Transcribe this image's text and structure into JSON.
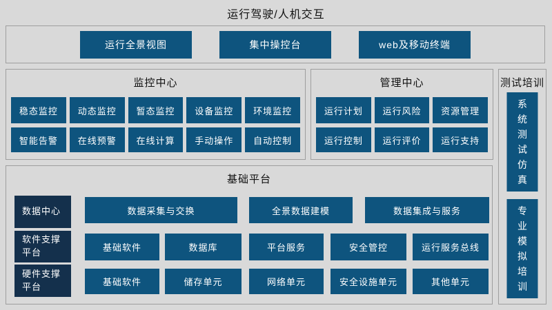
{
  "title": "运行驾驶/人机交互",
  "colors": {
    "primary_blue": "#0e547e",
    "dark_navy": "#14304c",
    "page_background": "#d9d9d9",
    "panel_border": "#9e9e9e",
    "button_text": "#ffffff",
    "title_text": "#111111"
  },
  "top_panel": {
    "buttons": [
      "运行全景视图",
      "集中操控台",
      "web及移动终端"
    ]
  },
  "monitoring_center": {
    "title": "监控中心",
    "row1": [
      "稳态监控",
      "动态监控",
      "暂态监控",
      "设备监控",
      "环境监控"
    ],
    "row2": [
      "智能告警",
      "在线预警",
      "在线计算",
      "手动操作",
      "自动控制"
    ]
  },
  "management_center": {
    "title": "管理中心",
    "row1": [
      "运行计划",
      "运行风险",
      "资源管理"
    ],
    "row2": [
      "运行控制",
      "运行评价",
      "运行支持"
    ]
  },
  "test_training": {
    "title": "测试培训",
    "items": [
      "系统测试仿真",
      "专业模拟培训"
    ]
  },
  "base_platform": {
    "title": "基础平台",
    "nav": [
      "数据中心",
      "软件支撑平台",
      "硬件支撑平台"
    ],
    "row1": [
      "数据采集与交换",
      "全景数据建模",
      "数据集成与服务"
    ],
    "row2": [
      "基础软件",
      "数据库",
      "平台服务",
      "安全管控",
      "运行服务总线"
    ],
    "row3": [
      "基础软件",
      "储存单元",
      "网络单元",
      "安全设施单元",
      "其他单元"
    ]
  }
}
